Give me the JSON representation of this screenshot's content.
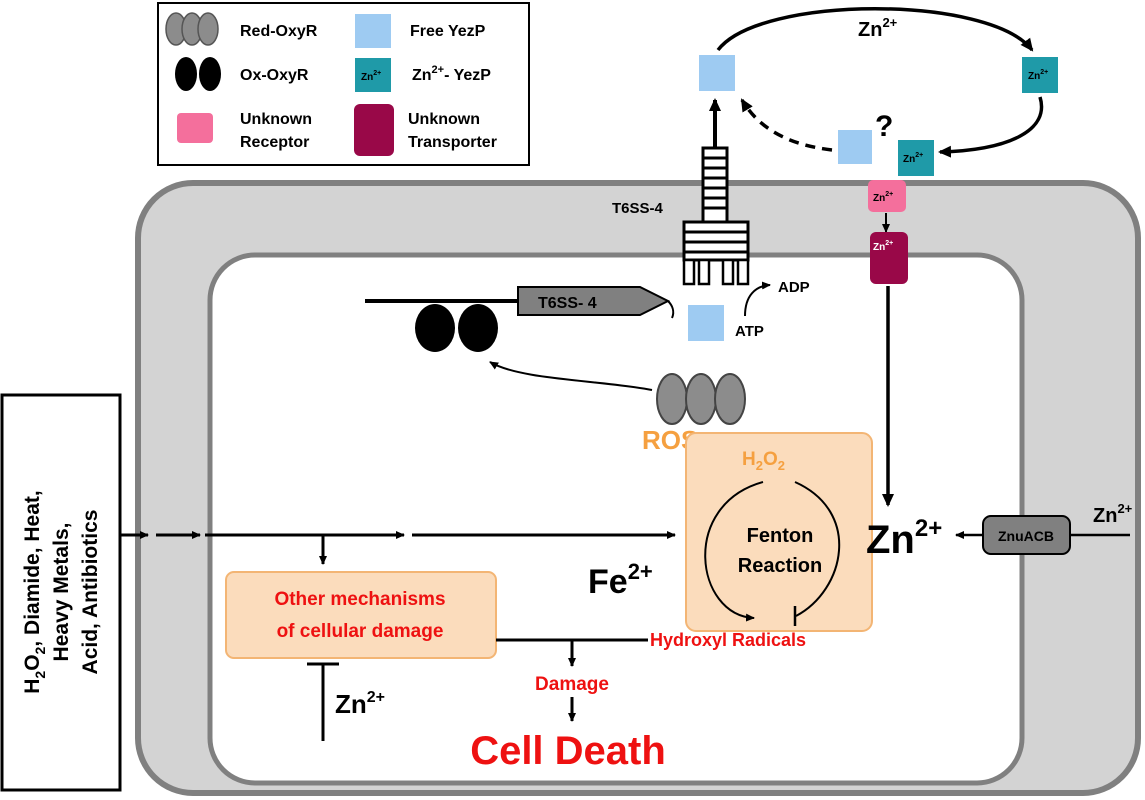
{
  "legend": {
    "red_oxyr": "Red-OxyR",
    "ox_oxyr": "Ox-OxyR",
    "unknown_receptor": [
      "Unknown",
      "Receptor"
    ],
    "free_yezp": "Free YezP",
    "zn_yezp_prefix": "Zn",
    "zn_yezp_sup": "2+",
    "zn_yezp_suffix": "- YezP",
    "unknown_transporter": [
      "Unknown",
      "Transporter"
    ]
  },
  "zinc_box_label": {
    "base": "Zn",
    "sup": "2+"
  },
  "cycle": {
    "zn": "Zn",
    "zn_sup": "2+",
    "question": "?"
  },
  "t6ss": {
    "secretion_label": "T6SS-4",
    "gene_label": "T6SS- 4",
    "adp": "ADP",
    "atp": "ATP"
  },
  "ros": "ROS",
  "h2o2": {
    "h": "H",
    "sub": "2",
    "o": "O",
    "sub2": "2"
  },
  "fenton": [
    "Fenton",
    "Reaction"
  ],
  "fe": {
    "base": "Fe",
    "sup": "2+"
  },
  "zn_big": {
    "base": "Zn",
    "sup": "2+"
  },
  "znuacb": "ZnuACB",
  "zn_outside": {
    "base": "Zn",
    "sup": "2+"
  },
  "hydroxyl": "Hydroxyl Radicals",
  "other_mech": [
    "Other mechanisms",
    "of cellular damage"
  ],
  "zn_inhibit": {
    "base": "Zn",
    "sup": "2+"
  },
  "damage": "Damage",
  "cell_death": "Cell Death",
  "stressors": {
    "line1": {
      "h": "H",
      "sub": "2",
      "o": "O",
      "sub2": "2",
      "rest": ", Diamide, Heat,"
    },
    "line2": "Heavy Metals,",
    "line3": "Acid, Antibiotics"
  },
  "colors": {
    "cell_outer": "#d3d3d3",
    "cell_stroke": "#808080",
    "free_yezp": "#9ecbf2",
    "zn_yezp": "#1f9aa8",
    "receptor": "#f46f9c",
    "transporter": "#990848",
    "peach_fill": "#fbdcbc",
    "peach_stroke": "#f3b574",
    "orange_text": "#f5a040",
    "red_text": "#ee1111",
    "grey_oxyr": "#8c8c8c"
  }
}
